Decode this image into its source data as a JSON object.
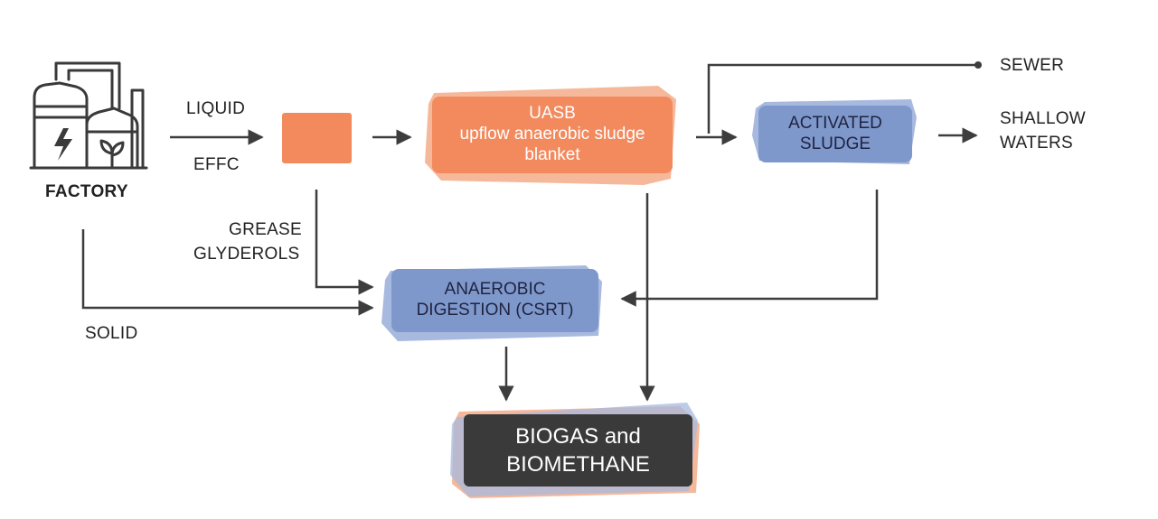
{
  "factory": {
    "label": "FACTORY",
    "icon": "factory-icon"
  },
  "flows": {
    "liquid": "LIQUID",
    "effc": "EFFC",
    "grease": "GREASE",
    "glyderols": "GLYDEROLS",
    "solid": "SOLID",
    "sewer": "SEWER",
    "shallow_1": "SHALLOW",
    "shallow_2": "WATERS"
  },
  "nodes": {
    "uasb": {
      "line1": "UASB",
      "line2": "upflow anaerobic sludge",
      "line3": "blanket"
    },
    "activated": {
      "line1": "ACTIVATED",
      "line2": "SLUDGE"
    },
    "anaerobic": {
      "line1": "ANAEROBIC",
      "line2": "DIGESTION (CSRT)"
    },
    "biogas": {
      "line1": "BIOGAS and",
      "line2": "BIOMETHANE"
    }
  },
  "colors": {
    "orange": "#f28a5e",
    "orange_light": "#f6b89a",
    "blue": "#7f98cb",
    "blue_light": "#a7b9de",
    "dark": "#3a3a3a",
    "arrow": "#3d3d3d"
  }
}
